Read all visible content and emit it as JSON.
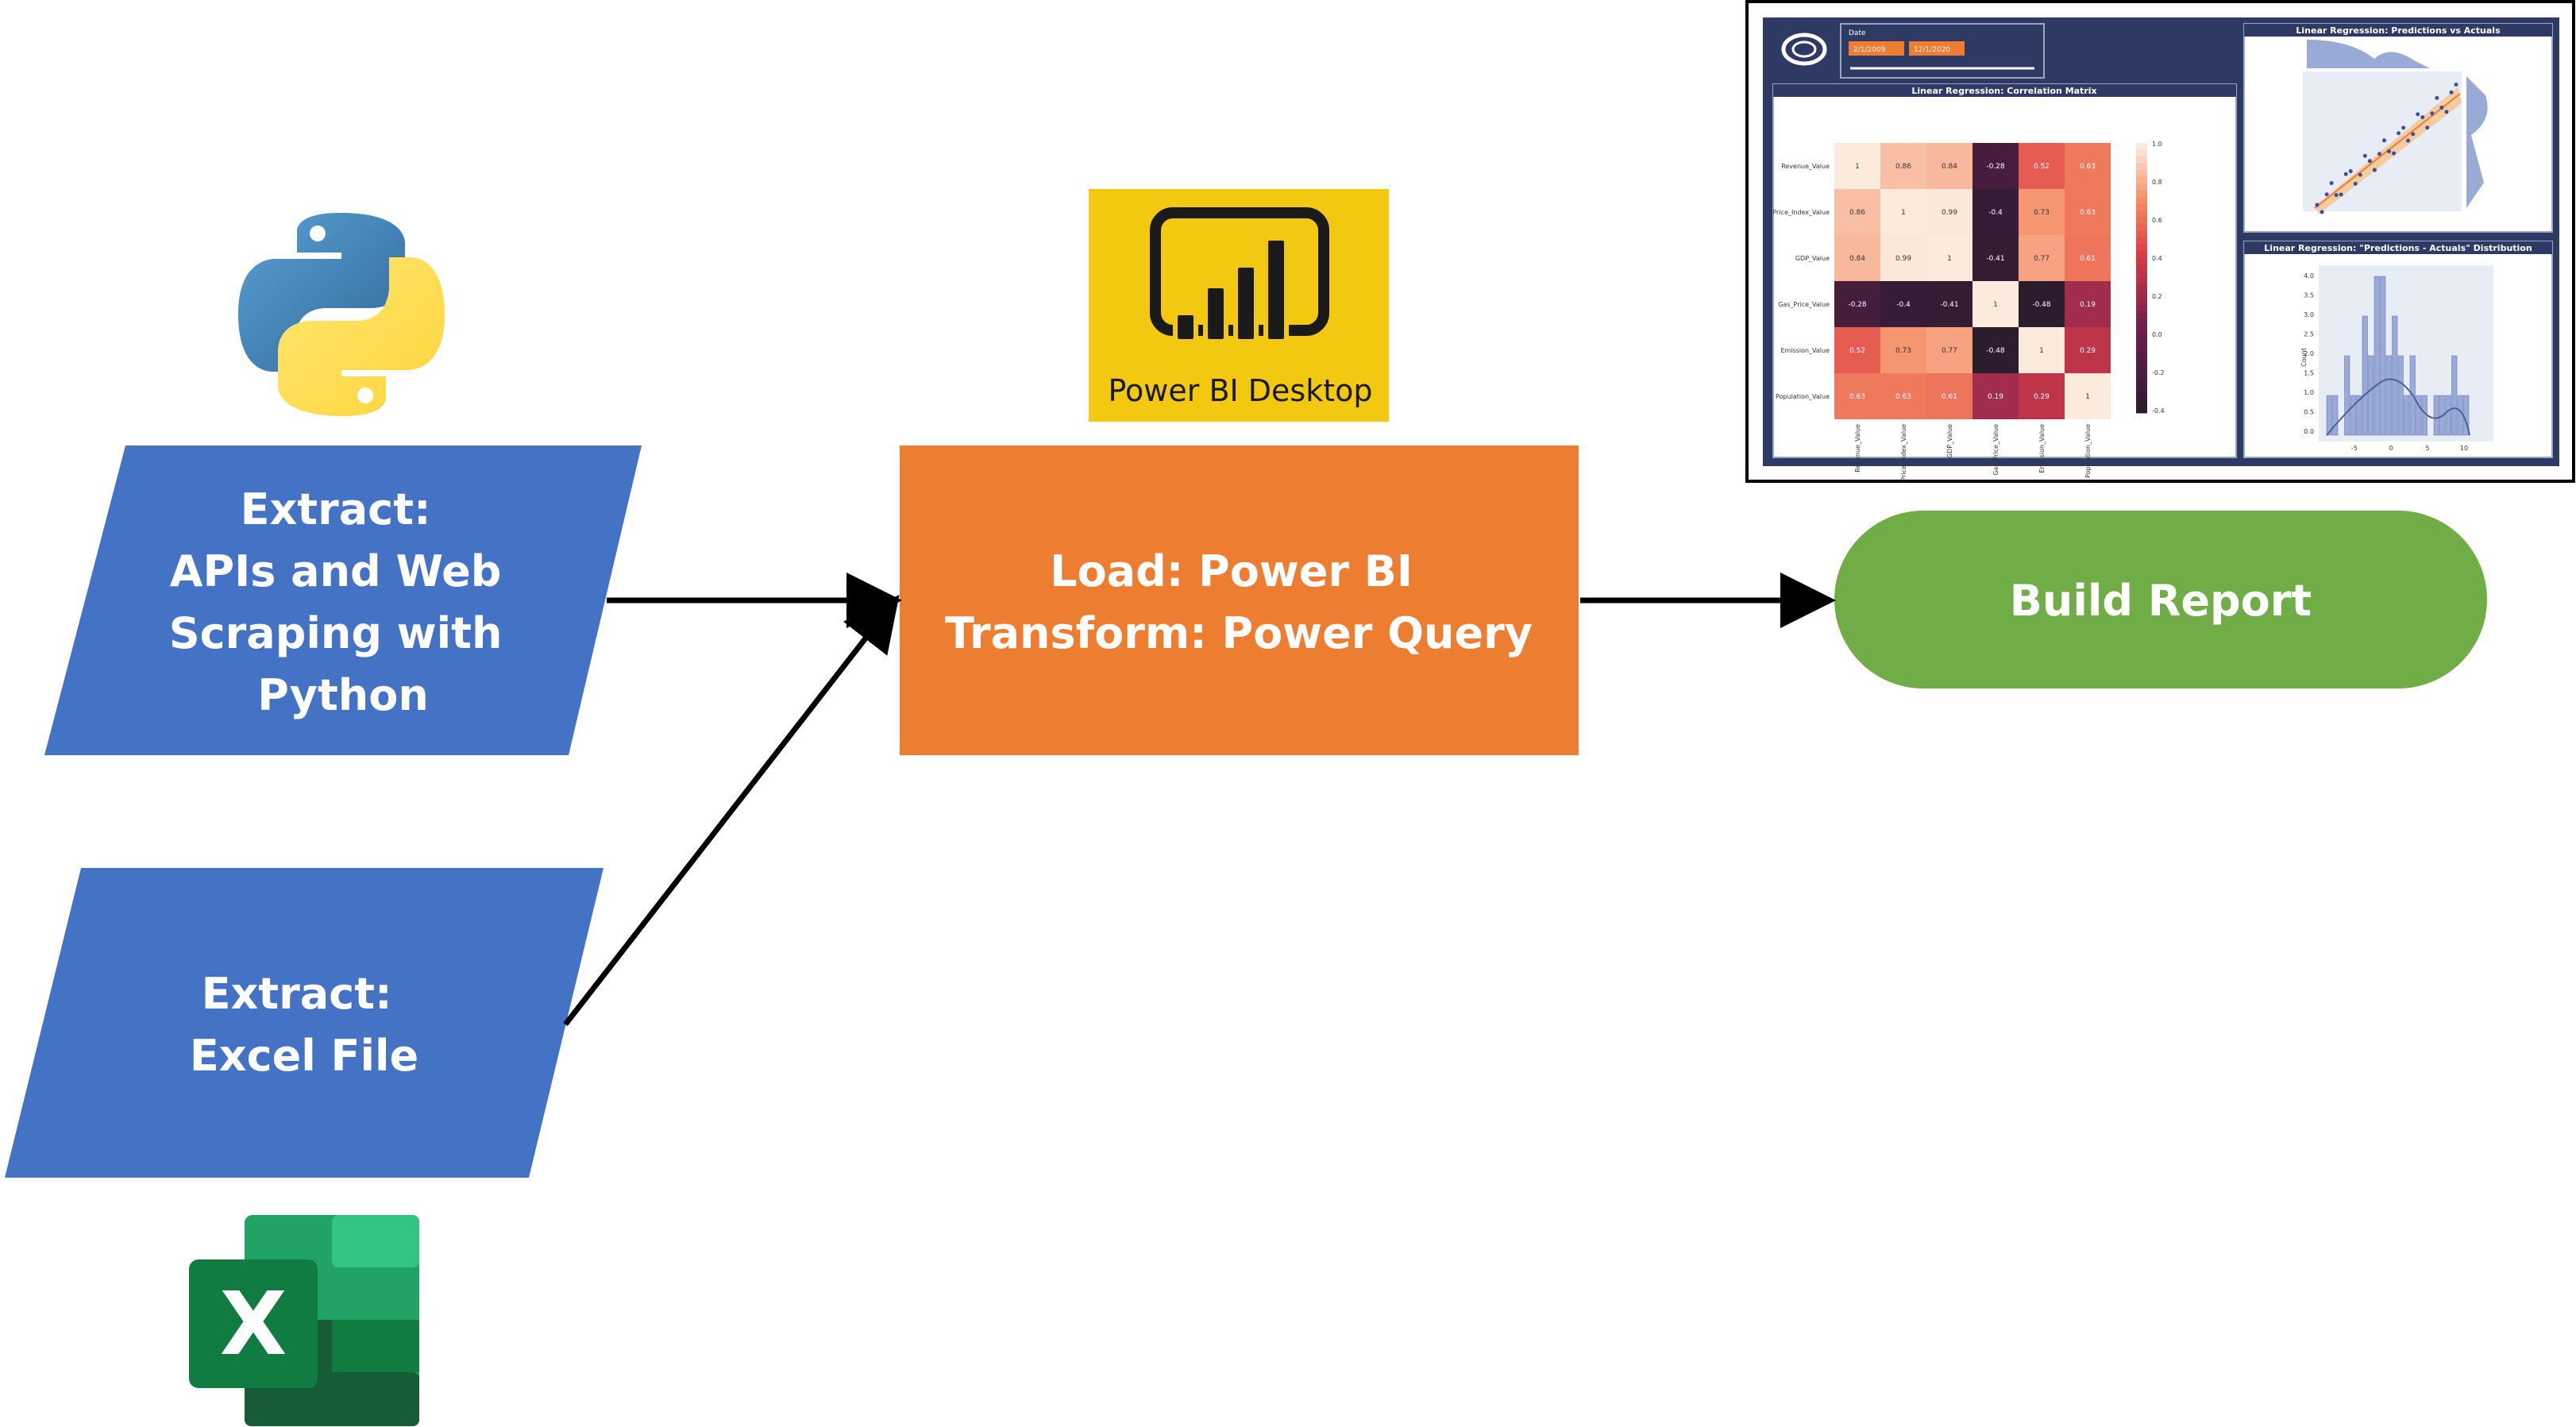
{
  "nodes": {
    "extract_apis": {
      "lines": [
        "Extract:",
        "APIs and Web",
        "Scraping with",
        "Python"
      ],
      "color": "#4472C4"
    },
    "extract_excel": {
      "lines": [
        "Extract:",
        "Excel File"
      ],
      "color": "#4472C4"
    },
    "load_transform": {
      "lines": [
        "Load: Power BI",
        "Transform: Power Query"
      ],
      "color": "#ED7D31"
    },
    "build_report": {
      "lines": [
        "Build Report"
      ],
      "color": "#70AD47"
    }
  },
  "logos": {
    "python": {
      "icon": "python-logo"
    },
    "powerbi": {
      "icon": "powerbi-logo",
      "label": "Power BI Desktop",
      "color": "#F2C811"
    },
    "excel": {
      "icon": "excel-logo",
      "letter": "X"
    }
  },
  "dashboard": {
    "background": "#2E3A63",
    "date_slicer": {
      "label": "Date",
      "start": "2/1/2009",
      "end": "12/1/2020"
    },
    "heatmap": {
      "title": "Linear Regression: Correlation Matrix",
      "labels": [
        "Revenue_Value",
        "Price_Index_Value",
        "GDP_Value",
        "Gas_Price_Value",
        "Emission_Value",
        "Population_Value"
      ],
      "matrix": [
        [
          1,
          0.86,
          0.84,
          -0.28,
          0.52,
          0.63
        ],
        [
          0.86,
          1,
          0.99,
          -0.4,
          0.73,
          0.63
        ],
        [
          0.84,
          0.99,
          1,
          -0.41,
          0.77,
          0.61
        ],
        [
          -0.28,
          -0.4,
          -0.41,
          1,
          -0.48,
          0.19
        ],
        [
          0.52,
          0.73,
          0.77,
          -0.48,
          1,
          0.29
        ],
        [
          0.63,
          0.63,
          0.61,
          0.19,
          0.29,
          1
        ]
      ],
      "colorbar_ticks": [
        "1.0",
        "0.8",
        "0.6",
        "0.4",
        "0.2",
        "0.0",
        "-0.2",
        "-0.4"
      ]
    },
    "scatter": {
      "title": "Linear Regression: Predictions vs Actuals"
    },
    "histogram": {
      "title": "Linear Regression: \"Predictions - Actuals\" Distribution",
      "ylabel": "Count",
      "yticks": [
        "4.0",
        "3.5",
        "3.0",
        "2.5",
        "2.0",
        "1.5",
        "1.0",
        "0.5",
        "0.0"
      ],
      "xticks": [
        "-5",
        "0",
        "5",
        "10"
      ]
    }
  }
}
